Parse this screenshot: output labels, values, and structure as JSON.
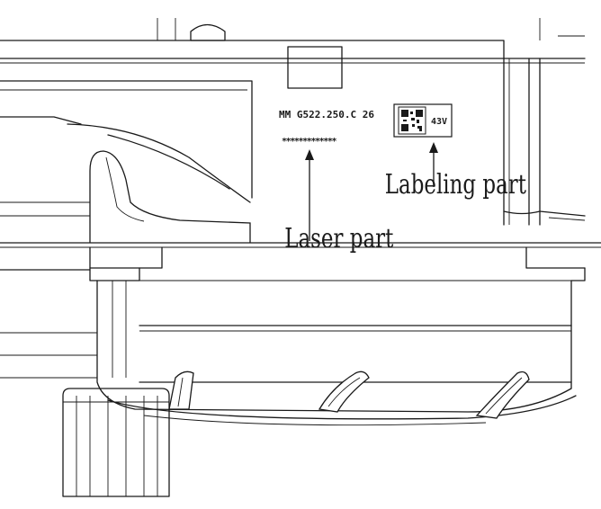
{
  "drawing": {
    "part_code": "MM G522.250.C 26",
    "laser_mark": "*************",
    "voltage_label": "43V",
    "labels": {
      "labeling_part": "Labeling part",
      "laser_part": "Laser part"
    },
    "colors": {
      "line": "#1a1a1a",
      "background": "#ffffff"
    }
  }
}
